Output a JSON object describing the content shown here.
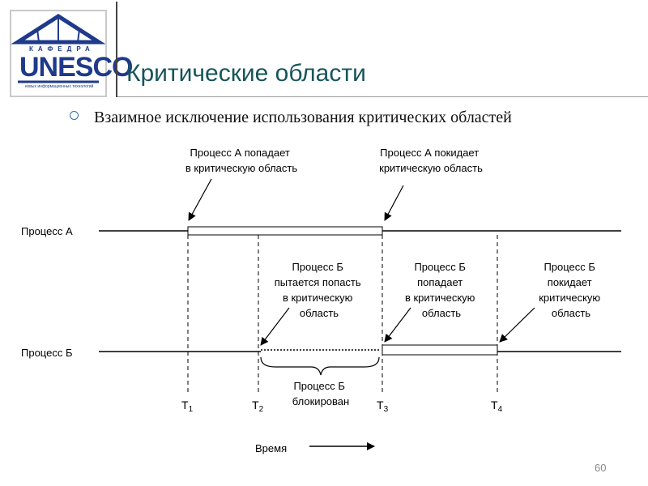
{
  "logo": {
    "kafedra": "КАФЕДРА",
    "word": "UNESCO",
    "sub": "новых информационных технологий"
  },
  "slide": {
    "title": "Критические области",
    "subtitle": "Взаимное исключение использования критических областей",
    "page_number": "60"
  },
  "diagram": {
    "process_a_label": "Процесс А",
    "process_b_label": "Процесс Б",
    "note_a_enters": [
      "Процесс А попадает",
      "в критическую область"
    ],
    "note_a_leaves": [
      "Процесс А покидает",
      "критическую область"
    ],
    "note_b_tries": [
      "Процесс Б",
      "пытается  попасть",
      "в критическую",
      "область"
    ],
    "note_b_enters": [
      "Процесс Б",
      "попадает",
      "в критическую",
      "область"
    ],
    "note_b_leaves": [
      "Процесс Б",
      "покидает",
      "критическую",
      "область"
    ],
    "note_b_blocked": [
      "Процесс Б",
      "блокирован"
    ],
    "times": [
      {
        "base": "T",
        "sub": "1"
      },
      {
        "base": "T",
        "sub": "2"
      },
      {
        "base": "T",
        "sub": "3"
      },
      {
        "base": "T",
        "sub": "4"
      }
    ],
    "time_axis_label": "Время"
  }
}
